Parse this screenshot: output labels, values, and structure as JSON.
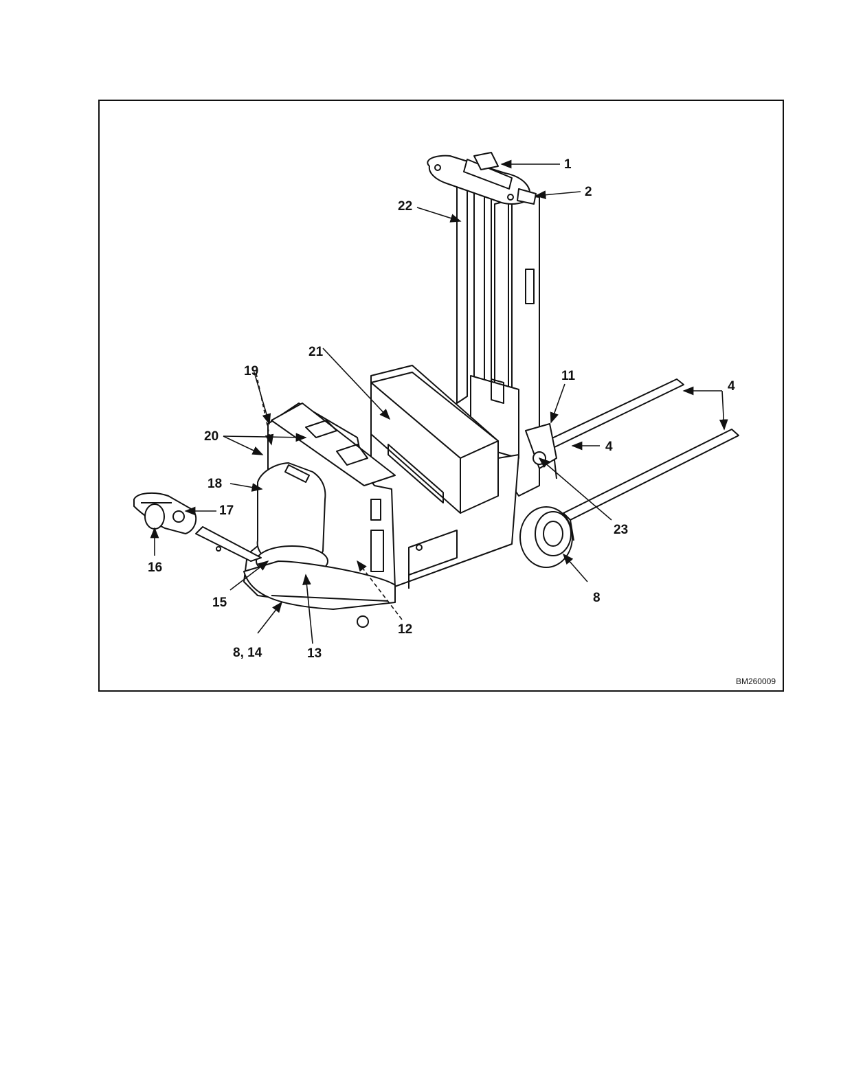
{
  "figure": {
    "figure_id": "BM260009",
    "callouts": {
      "c1": "1",
      "c2": "2",
      "c4a": "4",
      "c4b": "4",
      "c8a": "8",
      "c8b": "8, 14",
      "c11": "11",
      "c12": "12",
      "c13": "13",
      "c15": "15",
      "c16": "16",
      "c17": "17",
      "c18": "18",
      "c19": "19",
      "c20": "20",
      "c21": "21",
      "c22": "22",
      "c23": "23"
    }
  },
  "colors": {
    "line": "#111111",
    "fill": "#ffffff",
    "shade": "#e8e8e8"
  }
}
